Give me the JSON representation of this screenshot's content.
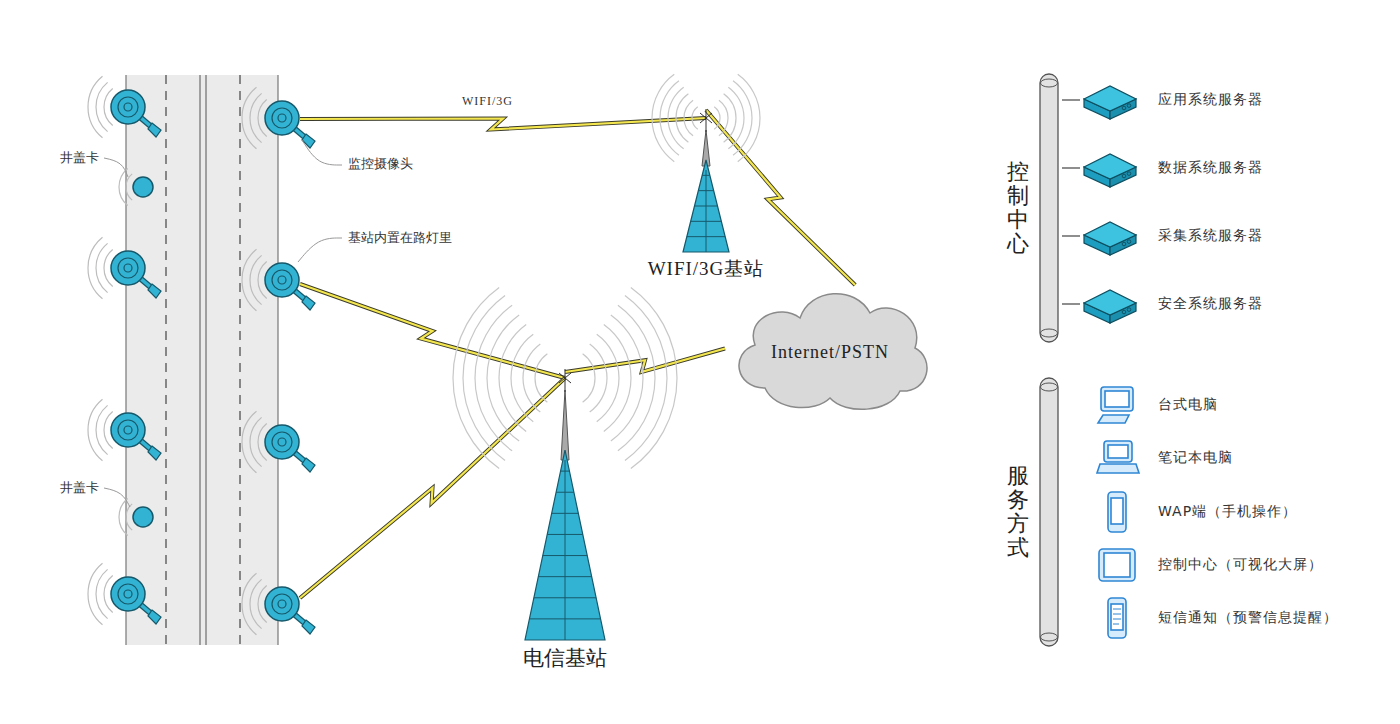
{
  "diagram": {
    "nodes": [
      {
        "text": [
          "WIFI/3G基站"
        ]
      },
      {
        "text": [
          "电信基站"
        ]
      },
      {
        "text": [
          "Internet/PSTN"
        ]
      },
      {
        "text": [
          "控制中心"
        ]
      },
      {
        "text": [
          "应用系统服务器"
        ]
      },
      {
        "text": [
          "数据系统服务器"
        ]
      },
      {
        "text": [
          "采集系统服务器"
        ]
      },
      {
        "text": [
          "安全系统服务器"
        ]
      },
      {
        "text": [
          "服务方式"
        ]
      },
      {
        "text": [
          "台式电脑"
        ]
      },
      {
        "text": [
          "笔记本电脑"
        ]
      },
      {
        "text": [
          "WAP端（手机操作）"
        ]
      },
      {
        "text": [
          "控制中心（可视化大屏）"
        ]
      },
      {
        "text": [
          "短信通知（预警信息提醒）"
        ]
      }
    ],
    "edges": [
      {
        "from": 0,
        "to": 2,
        "arrow": "none"
      },
      {
        "from": 1,
        "to": 2,
        "arrow": "none"
      },
      {
        "from": 3,
        "to": 4,
        "arrow": "none"
      },
      {
        "from": 3,
        "to": 5,
        "arrow": "none"
      },
      {
        "from": 3,
        "to": 6,
        "arrow": "none"
      },
      {
        "from": 3,
        "to": 7,
        "arrow": "none"
      }
    ],
    "labels": [
      "井盖卡",
      "井盖卡",
      "监控摄像头",
      "基站内置在路灯里",
      "WIFI/3G"
    ]
  }
}
